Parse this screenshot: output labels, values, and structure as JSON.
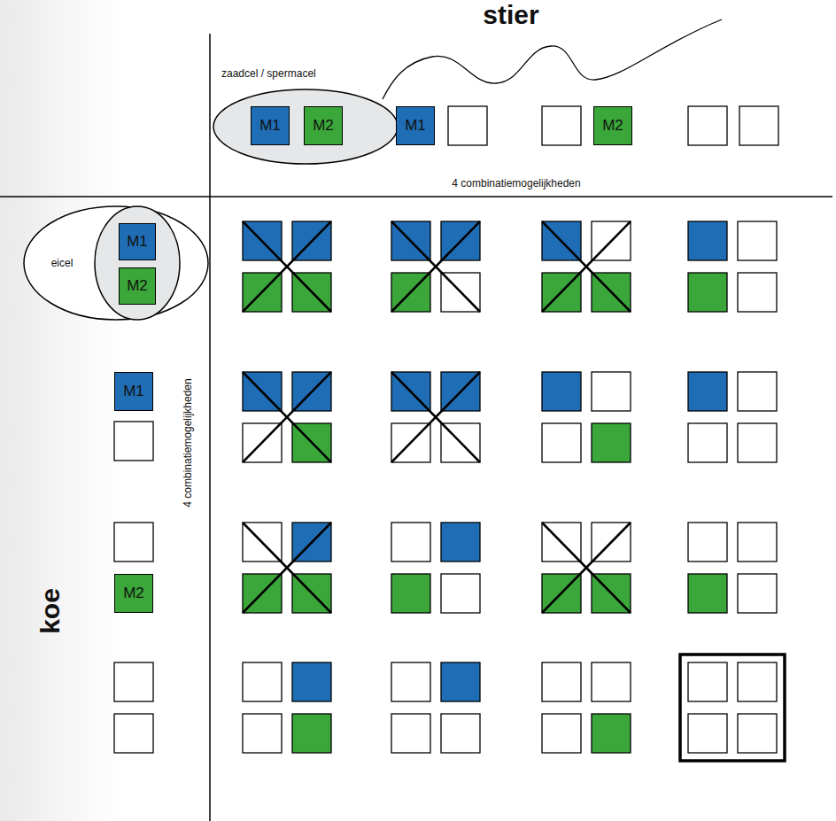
{
  "diagram": {
    "nodes": [
      {
        "text": [
          "zaadcel / spermacel"
        ]
      },
      {
        "text": [
          "M1"
        ],
        "in": 0
      },
      {
        "text": [
          "M2"
        ],
        "in": 0
      },
      {
        "text": [
          "M1"
        ]
      },
      {
        "text": [
          "M2"
        ]
      },
      {
        "text": [
          "eicel"
        ]
      },
      {
        "text": [
          "M1"
        ],
        "in": 5
      },
      {
        "text": [
          "M2"
        ],
        "in": 5
      },
      {
        "text": [
          "M1"
        ]
      },
      {
        "text": [
          "M2"
        ]
      }
    ],
    "labels": [
      "stier",
      "4 combinatiemogelijkheden",
      "koe",
      "4 combinatiemogelijkheden"
    ]
  }
}
